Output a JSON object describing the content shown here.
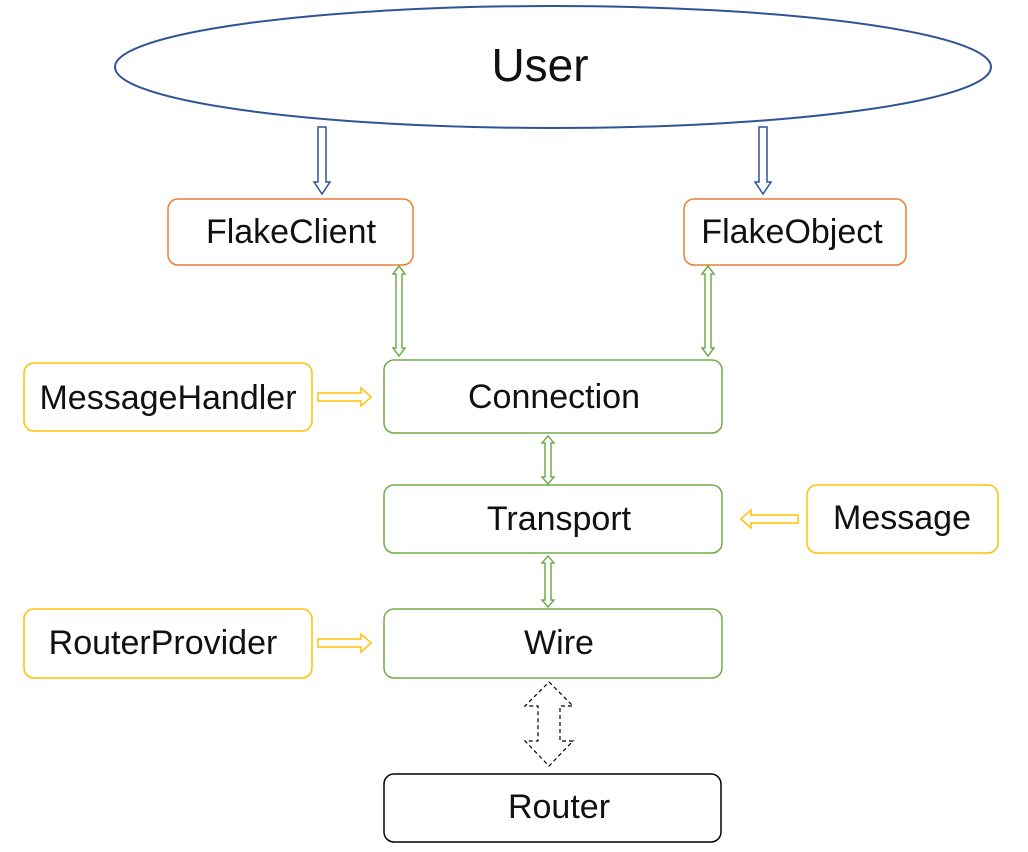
{
  "nodes": {
    "user": "User",
    "flake_client": "FlakeClient",
    "flake_object": "FlakeObject",
    "message_handler": "MessageHandler",
    "connection": "Connection",
    "transport": "Transport",
    "message": "Message",
    "router_provider": "RouterProvider",
    "wire": "Wire",
    "router": "Router"
  },
  "colors": {
    "user_border": "#2f5496",
    "client_border": "#ed7d31",
    "core_border": "#70ad47",
    "helper_border": "#ffc000",
    "router_border": "#000000"
  }
}
